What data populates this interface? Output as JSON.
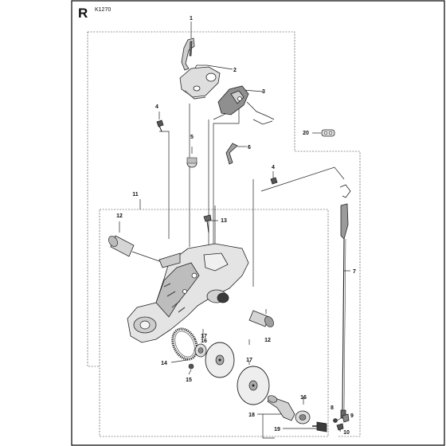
{
  "header": {
    "section_letter": "R",
    "model": "K1270"
  },
  "callouts": {
    "c1": "1",
    "c2": "2",
    "c3": "3",
    "c4a": "4",
    "c4b": "4",
    "c5": "5",
    "c6": "6",
    "c7": "7",
    "c8": "8",
    "c9": "9",
    "c10": "10",
    "c11": "11",
    "c12a": "12",
    "c12b": "12",
    "c13": "13",
    "c14": "14",
    "c15": "15",
    "c16a": "16",
    "c16b": "16",
    "c17a": "17",
    "c17b": "17",
    "c18": "18",
    "c19": "19",
    "c20": "20"
  },
  "colors": {
    "line": "#222222",
    "part_fill": "#e6e6e6",
    "part_shade": "#9a9a9a",
    "dark": "#3a3a3a"
  }
}
